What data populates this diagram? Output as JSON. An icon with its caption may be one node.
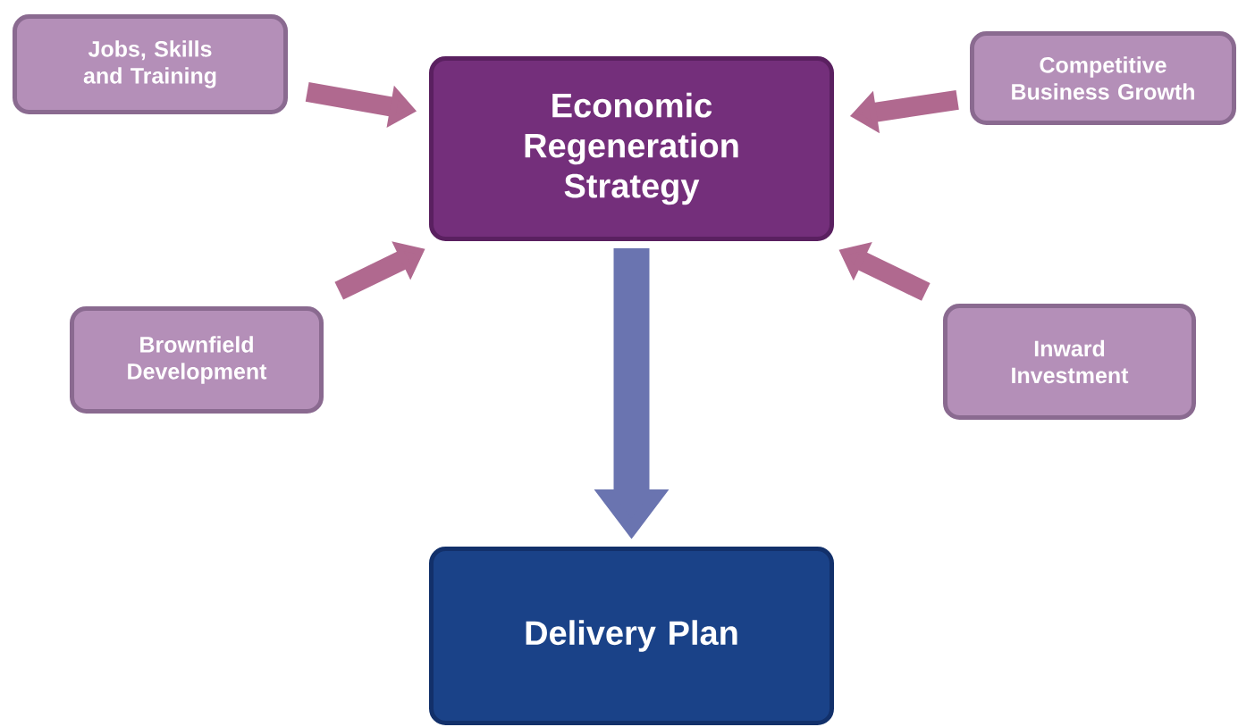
{
  "diagram": {
    "nodes": [
      {
        "text": [
          "Jobs, Skills and Training"
        ]
      },
      {
        "text": [
          "Economic Regeneration Strategy"
        ]
      },
      {
        "text": [
          "Competitive Business Growth"
        ]
      },
      {
        "text": [
          "Brownfield Development"
        ]
      },
      {
        "text": [
          "Inward Investment"
        ]
      },
      {
        "text": [
          "Delivery Plan"
        ]
      }
    ],
    "edges": [
      {
        "from": 0,
        "to": 1,
        "arrow": "to"
      },
      {
        "from": 2,
        "to": 1,
        "arrow": "to"
      },
      {
        "from": 3,
        "to": 1,
        "arrow": "to"
      },
      {
        "from": 4,
        "to": 1,
        "arrow": "to"
      },
      {
        "from": 1,
        "to": 5,
        "arrow": "to",
        "style": "thick",
        "color": "#6a74b0"
      }
    ]
  }
}
